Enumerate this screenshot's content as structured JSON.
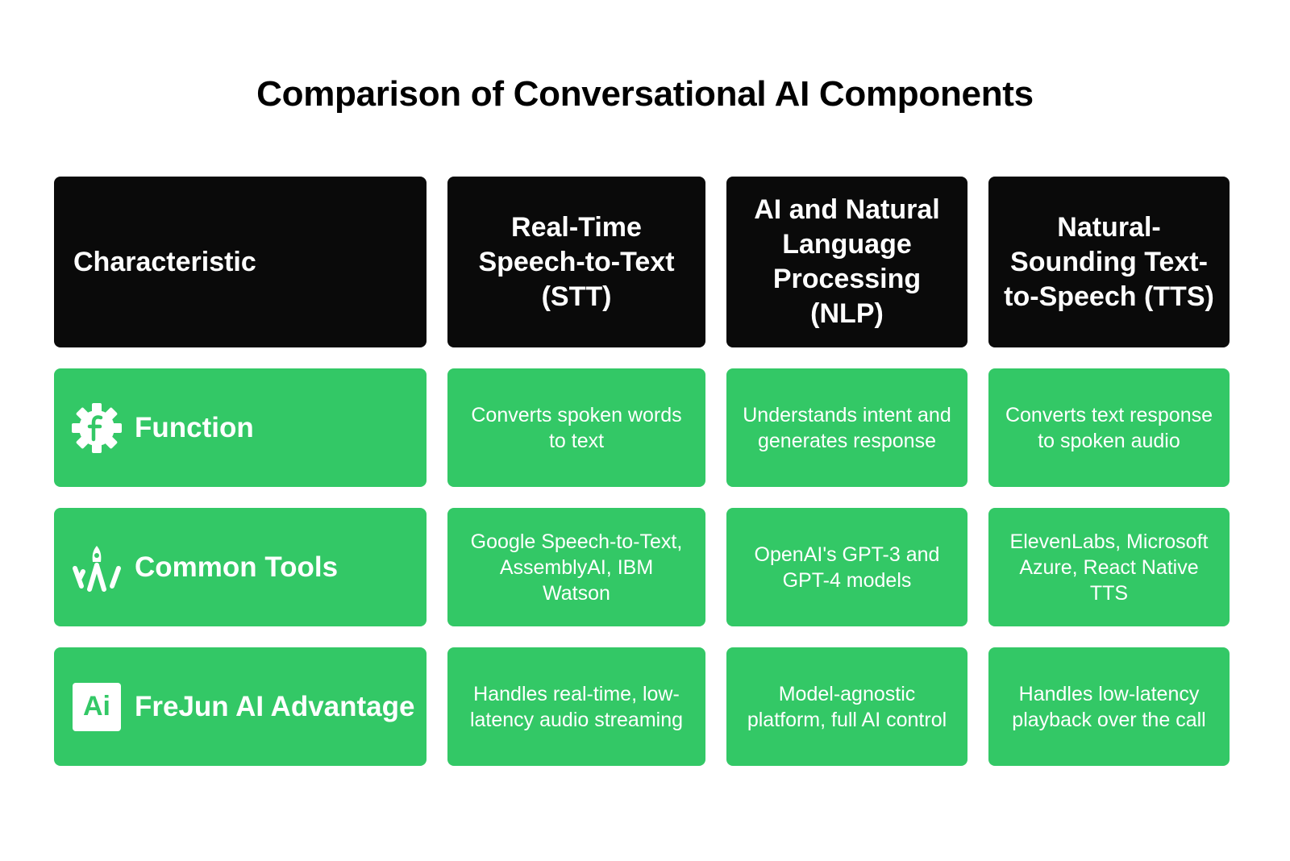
{
  "title": "Comparison of Conversational AI Components",
  "colors": {
    "header_bg": "#0a0a0a",
    "cell_bg": "#33c866",
    "text": "#ffffff"
  },
  "headers": [
    "Characteristic",
    "Real-Time Speech-to-Text (STT)",
    "AI and Natural Language Processing (NLP)",
    "Natural-Sounding Text-to-Speech (TTS)"
  ],
  "rows": [
    {
      "label": "Function",
      "icon": "gear-f-icon",
      "cells": [
        "Converts spoken words to text",
        "Understands intent and generates response",
        "Converts text response to spoken audio"
      ]
    },
    {
      "label": "Common Tools",
      "icon": "tools-icon",
      "cells": [
        "Google Speech-to-Text, AssemblyAI, IBM Watson",
        "OpenAI's GPT-3 and GPT-4 models",
        "ElevenLabs, Microsoft Azure, React Native TTS"
      ]
    },
    {
      "label": "FreJun AI Advantage",
      "icon": "ai-icon",
      "icon_text": "Ai",
      "cells": [
        "Handles real-time, low-latency audio streaming",
        "Model-agnostic platform, full AI control",
        "Handles low-latency playback over the call"
      ]
    }
  ]
}
